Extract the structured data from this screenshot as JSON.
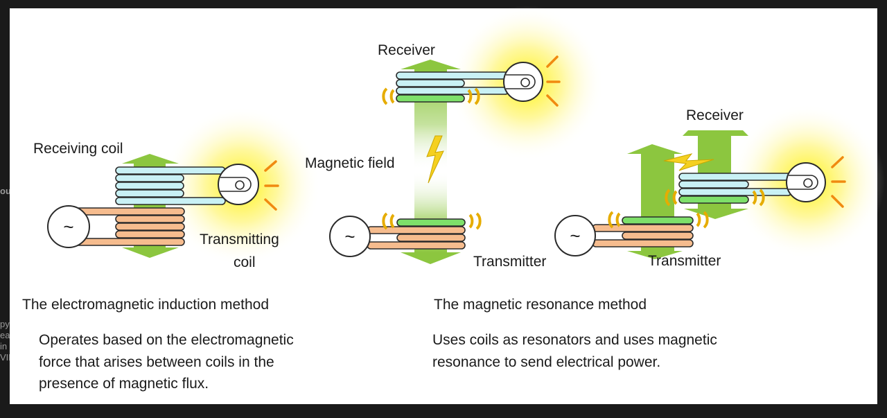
{
  "background_fragments": [
    "ou",
    "py",
    "ea",
    "in",
    "VID"
  ],
  "diagram": {
    "induction": {
      "receiving_coil_label": "Receiving coil",
      "transmitting_coil_label_line1": "Transmitting",
      "transmitting_coil_label_line2": "coil",
      "ac_symbol": "~",
      "title": "The electromagnetic induction method",
      "description": [
        "Operates based on the electromagnetic",
        "force that arises between coils in the",
        "presence of magnetic flux."
      ]
    },
    "resonance": {
      "receiver_label": "Receiver",
      "magnetic_field_label": "Magnetic field",
      "transmitter_label": "Transmitter",
      "receiver_label_2": "Receiver",
      "transmitter_label_2": "Transmitter",
      "ac_symbol": "~",
      "title": "The magnetic resonance method",
      "description": [
        "Uses coils as resonators and uses magnetic",
        "resonance to send electrical power."
      ]
    }
  },
  "colors": {
    "arrow": "#8cc63f",
    "receiver_coil": "#c9f1f5",
    "transmitter_coil": "#f6bc8e",
    "resonator_coil": "#7ee06a",
    "resonance_waves": "#e6ac00",
    "light_rays": "#f08a10",
    "glow": "#fff35a"
  }
}
